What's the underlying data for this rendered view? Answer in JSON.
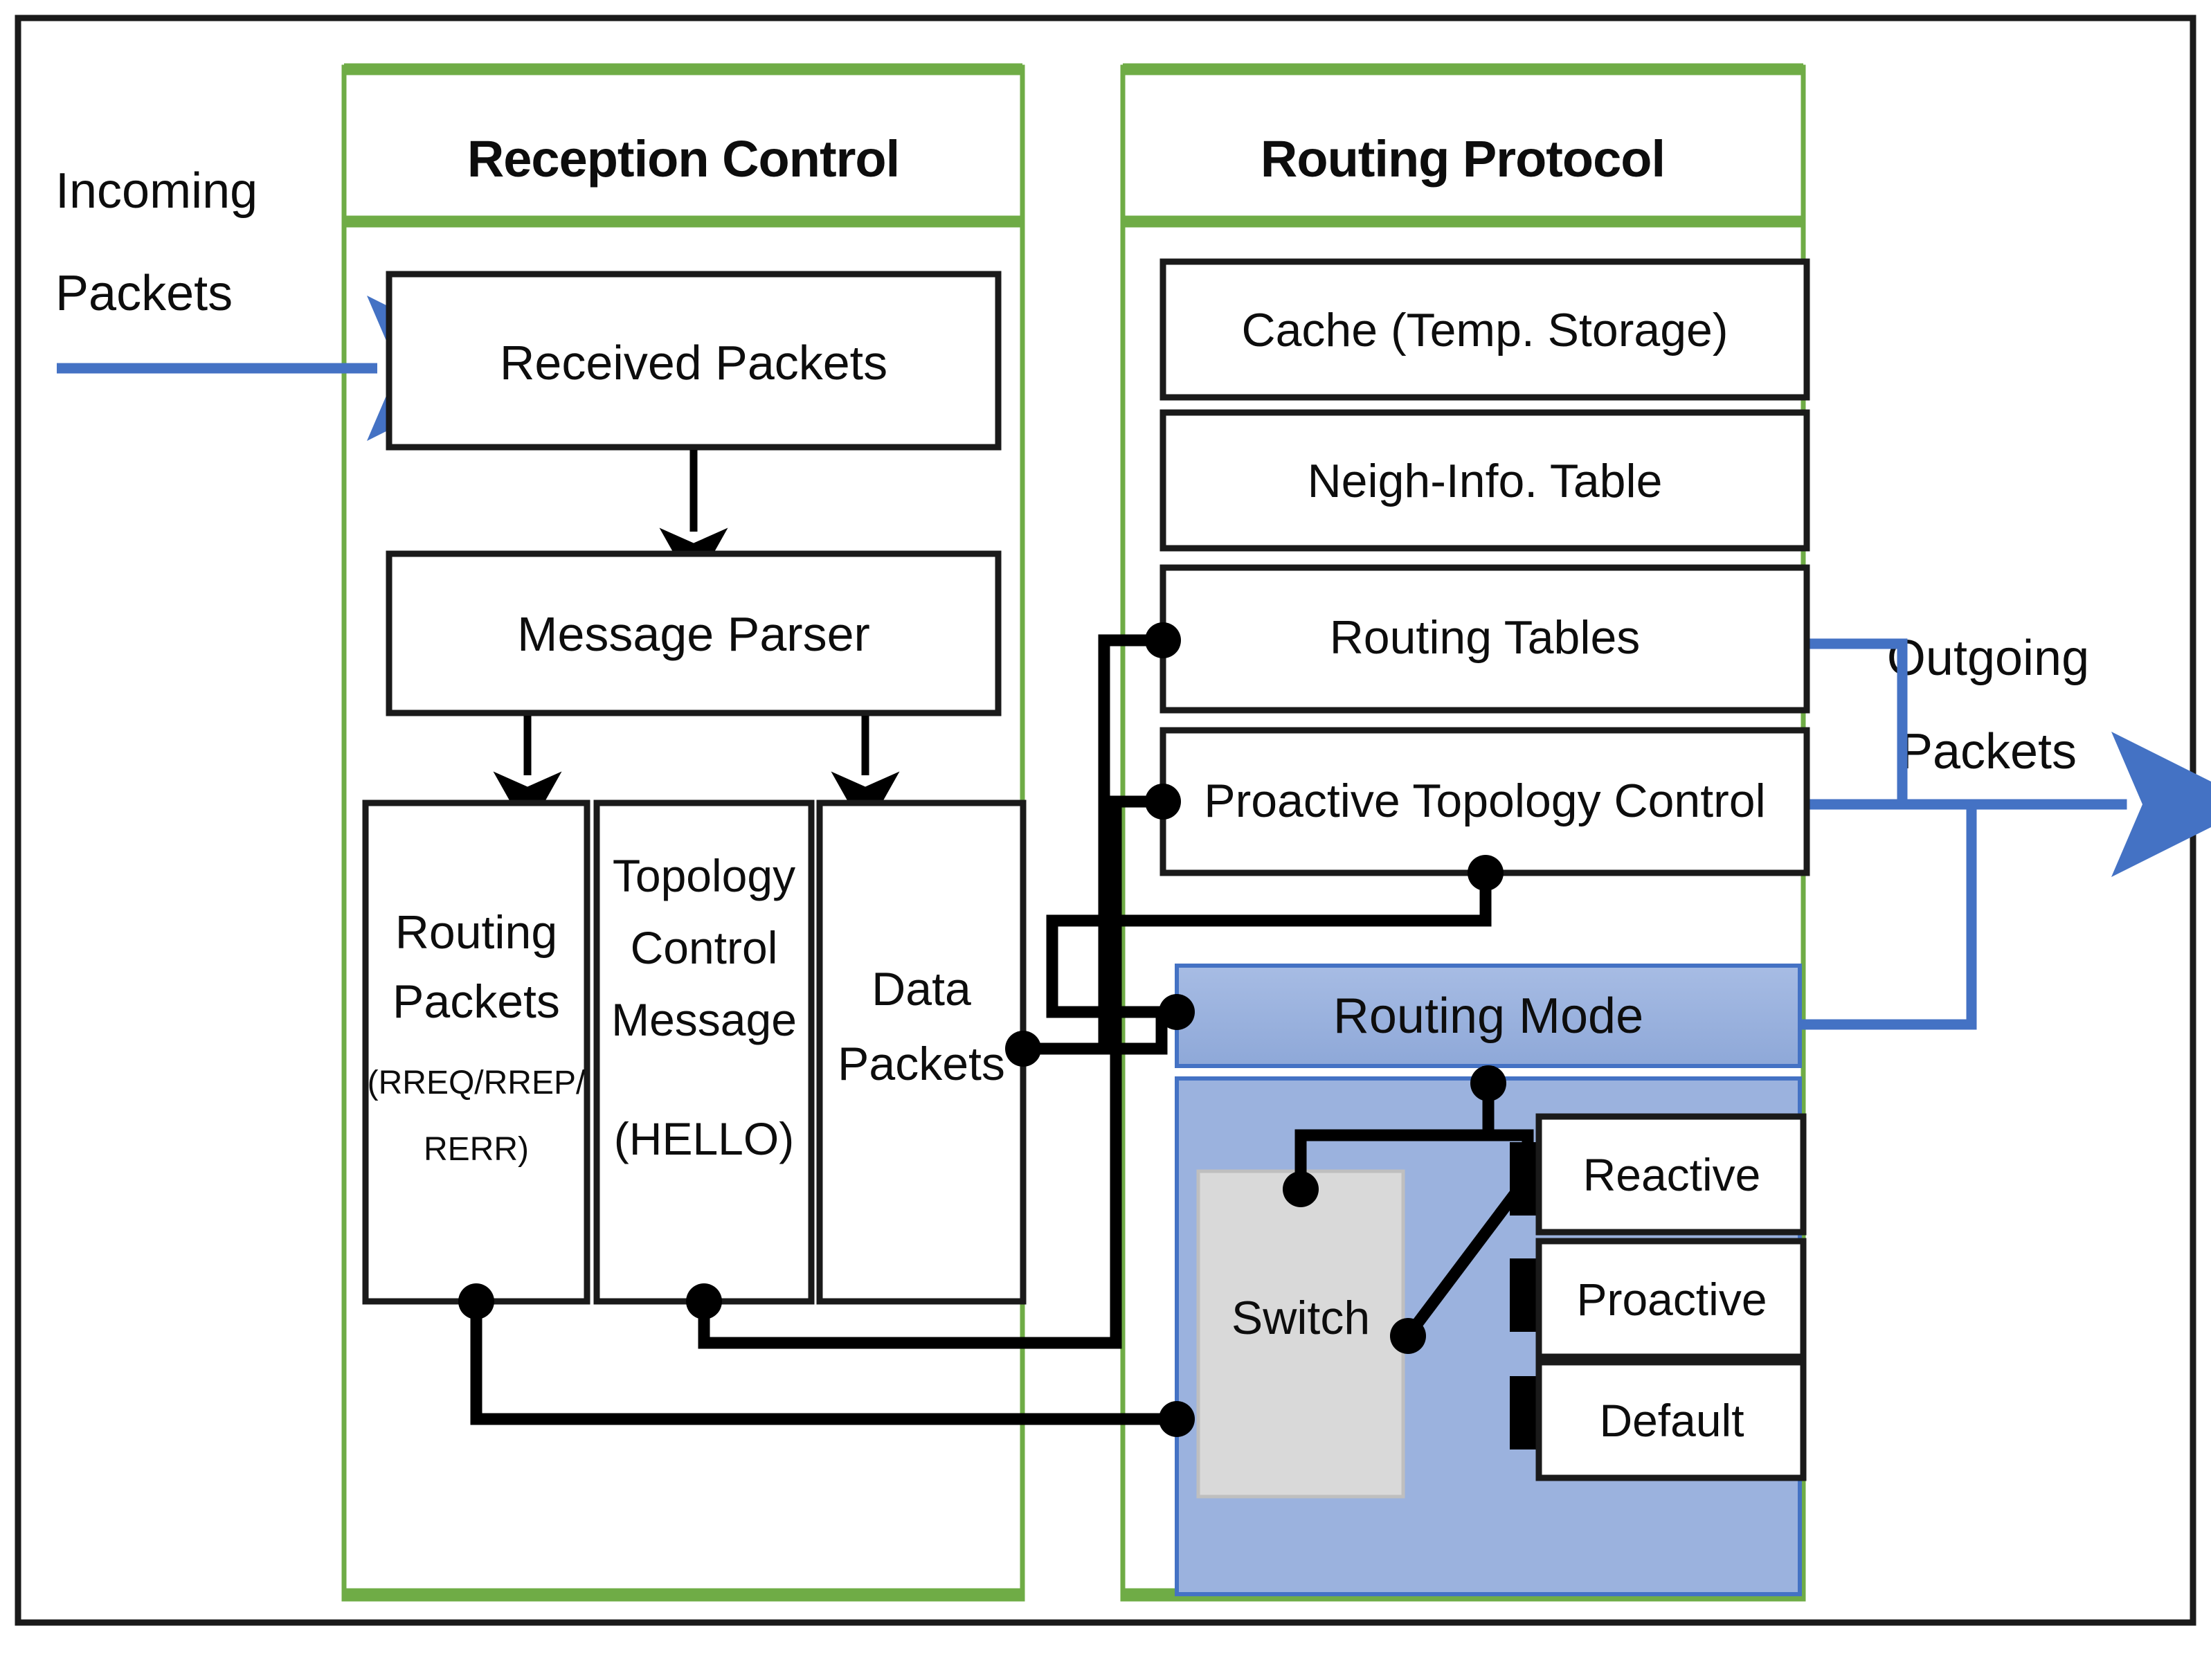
{
  "figure": {
    "outer_border_color": "#1a1a1a",
    "panel_border_color": "#6FAC46",
    "flow_arrow_color": "#4472C4",
    "wire_color": "#000000",
    "routing_mode_fill": "#95AEDC",
    "routing_mode_body_fill": "#9BB2DE",
    "routing_mode_border": "#4472C4",
    "switch_fill": "#D9D9D9",
    "box_border_color": "#1a1a1a",
    "box_fill": "#FFFFFF"
  },
  "io": {
    "incoming_label_line1": "Incoming",
    "incoming_label_line2": "Packets",
    "outgoing_label_line1": "Outgoing",
    "outgoing_label_line2": "Packets"
  },
  "reception_control": {
    "title": "Reception Control",
    "boxes": {
      "received_packets": "Received Packets",
      "message_parser": "Message Parser",
      "routing_packets": {
        "line1": "Routing",
        "line2": "Packets",
        "sub1": "(RREQ/RREP/",
        "sub2": "RERR)"
      },
      "topology_control": {
        "line1": "Topology",
        "line2": "Control",
        "line3": "Message",
        "sub1": "(HELLO)"
      },
      "data_packets": {
        "line1": "Data",
        "line2": "Packets"
      }
    }
  },
  "routing_protocol": {
    "title": "Routing Protocol",
    "boxes": [
      {
        "label": "Cache (Temp. Storage)"
      },
      {
        "label": "Neigh-Info. Table"
      },
      {
        "label": "Routing Tables"
      },
      {
        "label": "Proactive Topology Control"
      }
    ],
    "routing_mode": {
      "title": "Routing Mode",
      "switch_label": "Switch",
      "options": [
        {
          "label": "Reactive"
        },
        {
          "label": "Proactive"
        },
        {
          "label": "Default"
        }
      ]
    }
  }
}
